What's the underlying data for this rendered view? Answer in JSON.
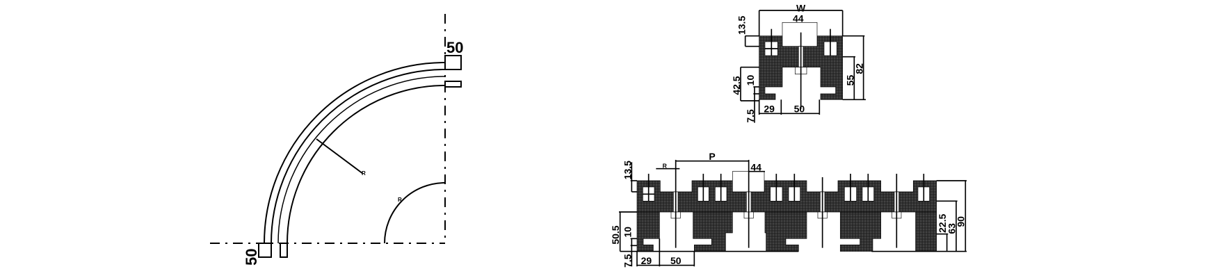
{
  "curve_view": {
    "width_label_top": "50",
    "width_label_bottom": "50",
    "outer_radius_label": "R",
    "inner_radius_label": "R"
  },
  "single_profile": {
    "width_label": "W",
    "dims": {
      "top_box": "44",
      "top_offset": "13.5",
      "height_left": "42.5",
      "slot": "10",
      "foot": "7.5",
      "left_width": "29",
      "opening": "50",
      "inner_height": "55",
      "total_height": "82"
    }
  },
  "chain_profile": {
    "pitch_label": "P",
    "radius_label": "R",
    "dims": {
      "top_box": "44",
      "top_offset": "13.5",
      "height_left": "50.5",
      "slot": "10",
      "foot": "7.5",
      "left_width": "29",
      "opening": "50",
      "lower_height": "22.5",
      "mid_height": "63",
      "total_height": "90"
    }
  }
}
